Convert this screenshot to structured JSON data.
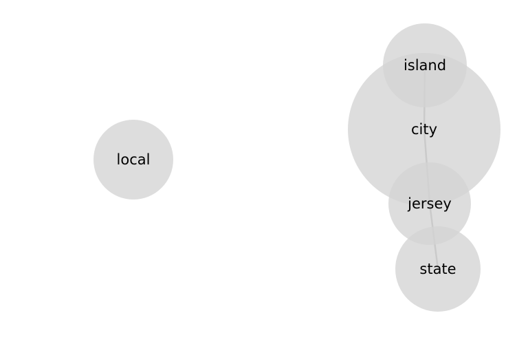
{
  "nodes": [
    {
      "id": "city",
      "label": "city"
    },
    {
      "id": "island",
      "label": "island"
    },
    {
      "id": "local",
      "label": "local"
    },
    {
      "id": "jersey",
      "label": "jersey"
    },
    {
      "id": "state",
      "label": "state"
    }
  ],
  "edges": [
    {
      "source": "island",
      "target": "city"
    },
    {
      "source": "city",
      "target": "jersey"
    },
    {
      "source": "jersey",
      "target": "state"
    }
  ],
  "colors": {
    "node_fill": "#d4d4d4",
    "edge": "#9a9a9a",
    "label": "#000000"
  }
}
